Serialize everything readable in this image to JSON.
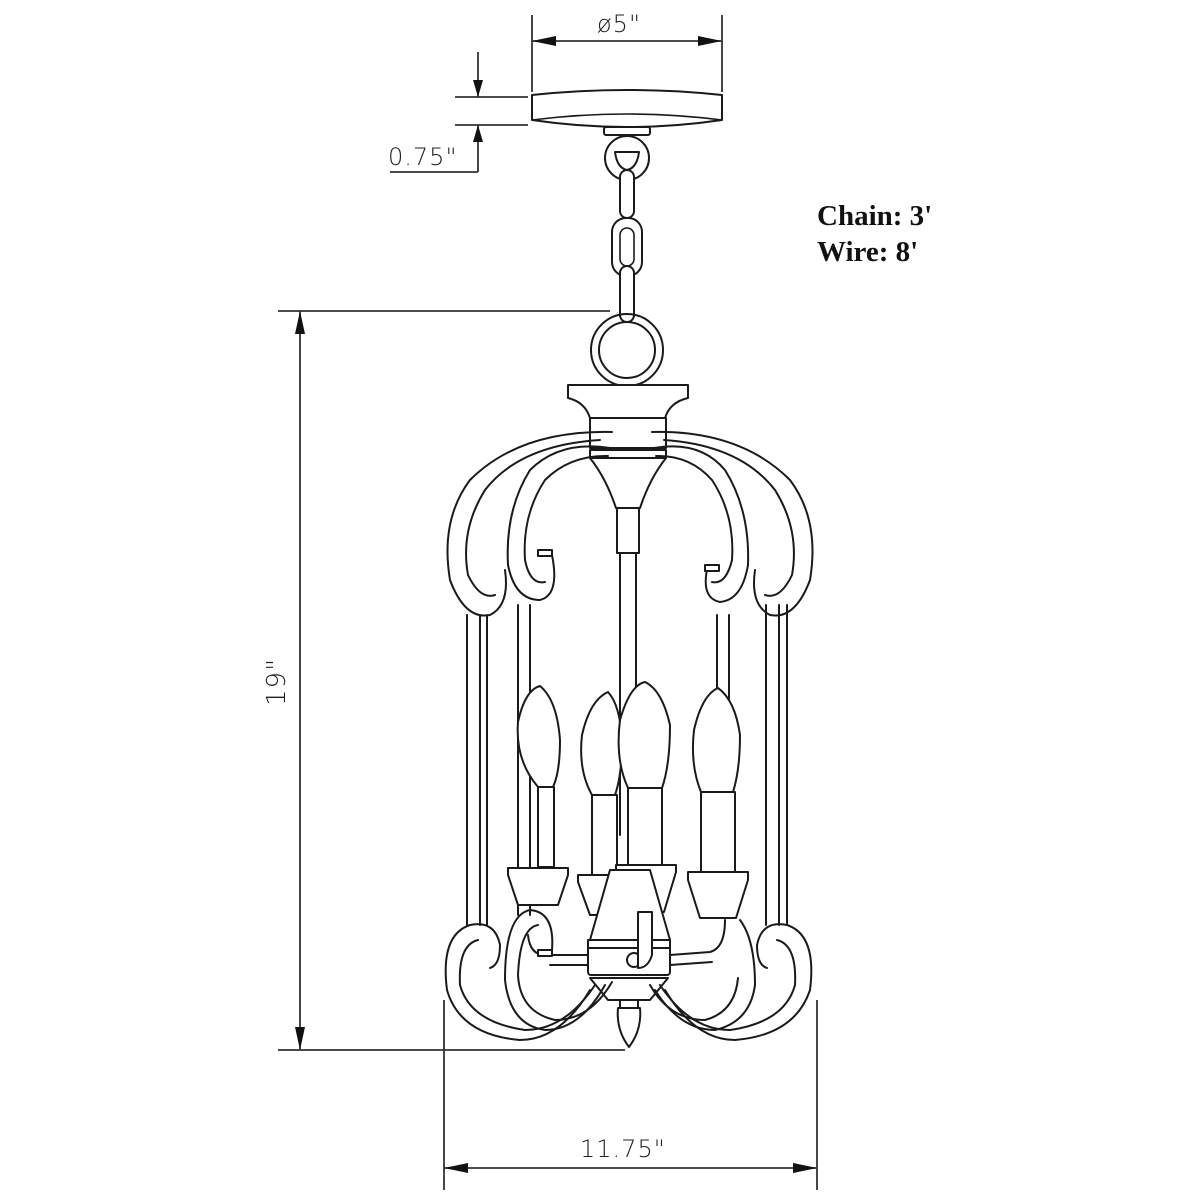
{
  "dimensions": {
    "canopy_diameter": "ø5\"",
    "canopy_height": "0.75\"",
    "fixture_height": "19\"",
    "fixture_width": "11.75\""
  },
  "specs": {
    "chain": "Chain: 3'",
    "wire": "Wire: 8'"
  },
  "fixture": {
    "type": "4-light cage pendant",
    "bulb_count": 4,
    "line_color": "#1a1a1a",
    "background": "#ffffff"
  }
}
